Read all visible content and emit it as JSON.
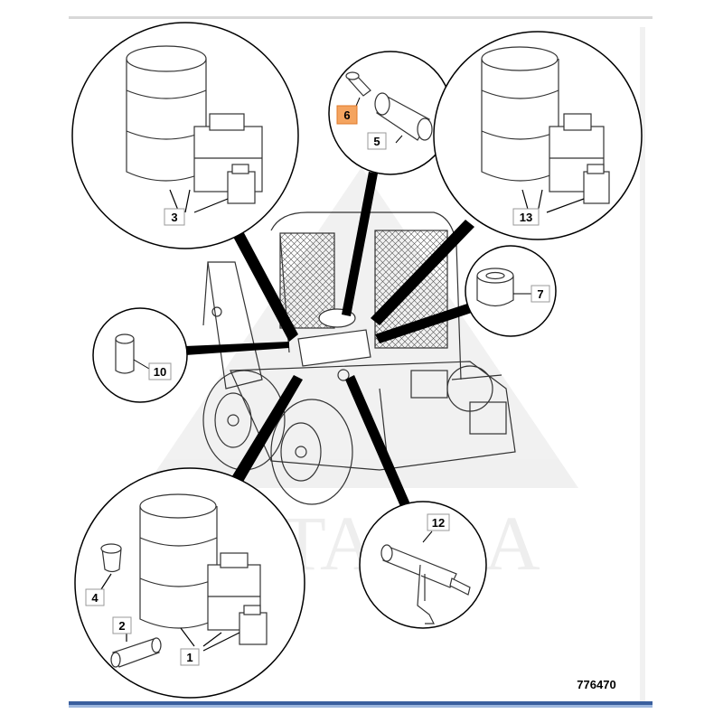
{
  "diagram": {
    "watermark": "LYTAGRA",
    "reference_number": "776470",
    "highlight_color": "#f4a460",
    "callouts": [
      {
        "id": "1",
        "label": "1"
      },
      {
        "id": "2",
        "label": "2"
      },
      {
        "id": "3",
        "label": "3"
      },
      {
        "id": "4",
        "label": "4"
      },
      {
        "id": "5",
        "label": "5"
      },
      {
        "id": "6",
        "label": "6",
        "highlighted": true
      },
      {
        "id": "7",
        "label": "7"
      },
      {
        "id": "10",
        "label": "10"
      },
      {
        "id": "12",
        "label": "12"
      },
      {
        "id": "13",
        "label": "13"
      }
    ],
    "icons": [
      "oil-drum-icon",
      "oil-can-icon",
      "filter-cartridge-icon",
      "spin-on-filter-icon",
      "grease-gun-icon",
      "skid-steer-loader-icon"
    ]
  }
}
